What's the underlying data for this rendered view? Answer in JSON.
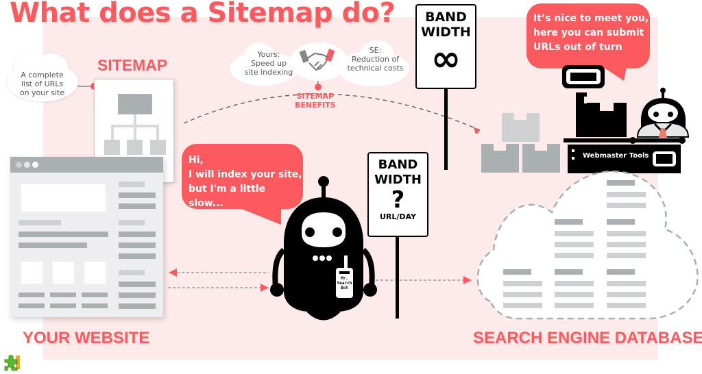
{
  "title": "What does a Sitemap do?",
  "colors": {
    "accent": "#fd5a5f",
    "background_panel": "#fdeaea",
    "gray_dark": "#aab0b1",
    "gray_light": "#cfd0d2",
    "black": "#000000"
  },
  "sitemap": {
    "label": "SITEMAP",
    "callout": [
      "A complete",
      "list of URLs",
      "on your site"
    ]
  },
  "benefits": {
    "yours": [
      "Yours:",
      "Speed up",
      "site indexing"
    ],
    "se": [
      "SE:",
      "Reduction of",
      "technical costs"
    ],
    "label": [
      "SITEMAP",
      "BENEFITS"
    ],
    "icon": "handshake-icon"
  },
  "sign_infinite": {
    "line1": "BAND",
    "line2": "WIDTH",
    "symbol": "∞"
  },
  "sign_unknown": {
    "line1": "BAND",
    "line2": "WIDTH",
    "symbol": "?",
    "unit": "URL/DAY"
  },
  "bubble_bot": {
    "lines": [
      "Hi,",
      "I will index your site,",
      "but I'm a little slow..."
    ]
  },
  "bubble_webmaster": {
    "lines": [
      "It’s nice to meet you,",
      "here you can submit",
      "URLs out of turn"
    ]
  },
  "bot": {
    "badge": [
      "Mr.",
      "Search",
      "Bot"
    ]
  },
  "webmaster_tools": {
    "label": "Webmaster Tools"
  },
  "your_website": {
    "label": "YOUR WEBSITE"
  },
  "search_engine_db": {
    "label": "SEARCH ENGINE DATABASE"
  }
}
